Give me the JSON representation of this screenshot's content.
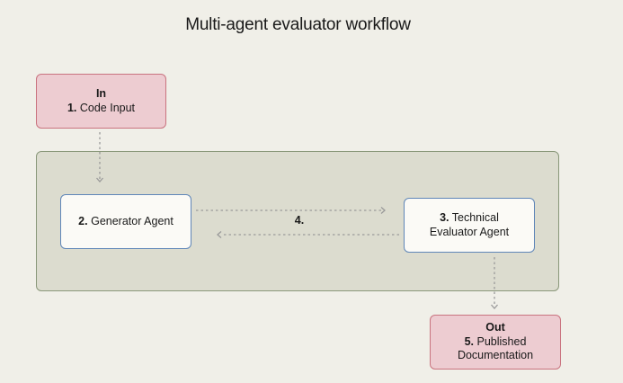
{
  "diagram": {
    "title": "Multi-agent evaluator workflow",
    "input": {
      "heading": "In",
      "number": "1.",
      "label": "Code Input"
    },
    "generator": {
      "number": "2.",
      "label": "Generator Agent"
    },
    "evaluator": {
      "number": "3.",
      "line1": "Technical",
      "line2": "Evaluator Agent"
    },
    "loop_step": "4.",
    "output": {
      "heading": "Out",
      "number": "5.",
      "line1": "Published",
      "line2": "Documentation"
    }
  },
  "colors": {
    "background": "#f0efe8",
    "io_fill": "#edccd1",
    "io_border": "#c9737f",
    "agent_fill": "#fbfaf6",
    "agent_border": "#5f86b8",
    "group_fill": "#dcdccf",
    "group_border": "#8a987a",
    "connector": "#9a9a9a"
  }
}
